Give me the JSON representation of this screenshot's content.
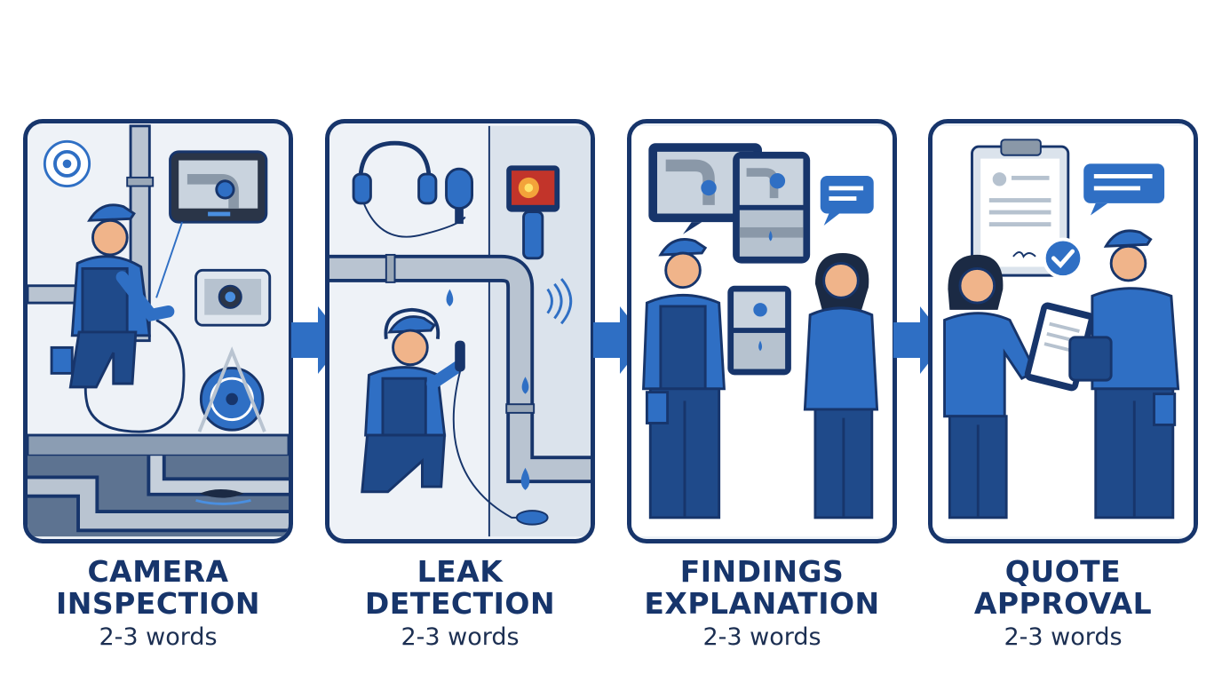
{
  "colors": {
    "navy": "#17356b",
    "blue": "#2f6fc4",
    "light_blue": "#4a8fe0",
    "pipe": "#b9c4d1",
    "panel_bg": "#eef2f7",
    "skin": "#f0b48a"
  },
  "steps": [
    {
      "title_line1": "CAMERA",
      "title_line2": "INSPECTION",
      "subtitle": "2-3 words",
      "icons": [
        "camera-icon",
        "monitor-icon",
        "cable-reel-icon",
        "pipe-icon",
        "technician-icon"
      ]
    },
    {
      "title_line1": "LEAK",
      "title_line2": "DETECTION",
      "subtitle": "2-3 words",
      "icons": [
        "headphones-icon",
        "microphone-icon",
        "thermal-camera-icon",
        "water-drop-icon",
        "sound-wave-icon",
        "technician-icon"
      ]
    },
    {
      "title_line1": "FINDINGS",
      "title_line2": "EXPLANATION",
      "subtitle": "2-3 words",
      "icons": [
        "monitor-icon",
        "tablet-icon",
        "chat-bubble-icon",
        "technician-icon",
        "customer-icon"
      ]
    },
    {
      "title_line1": "QUOTE",
      "title_line2": "APPROVAL",
      "subtitle": "2-3 words",
      "icons": [
        "clipboard-icon",
        "checkmark-icon",
        "chat-bubble-icon",
        "tablet-icon",
        "customer-icon",
        "technician-icon"
      ]
    }
  ]
}
